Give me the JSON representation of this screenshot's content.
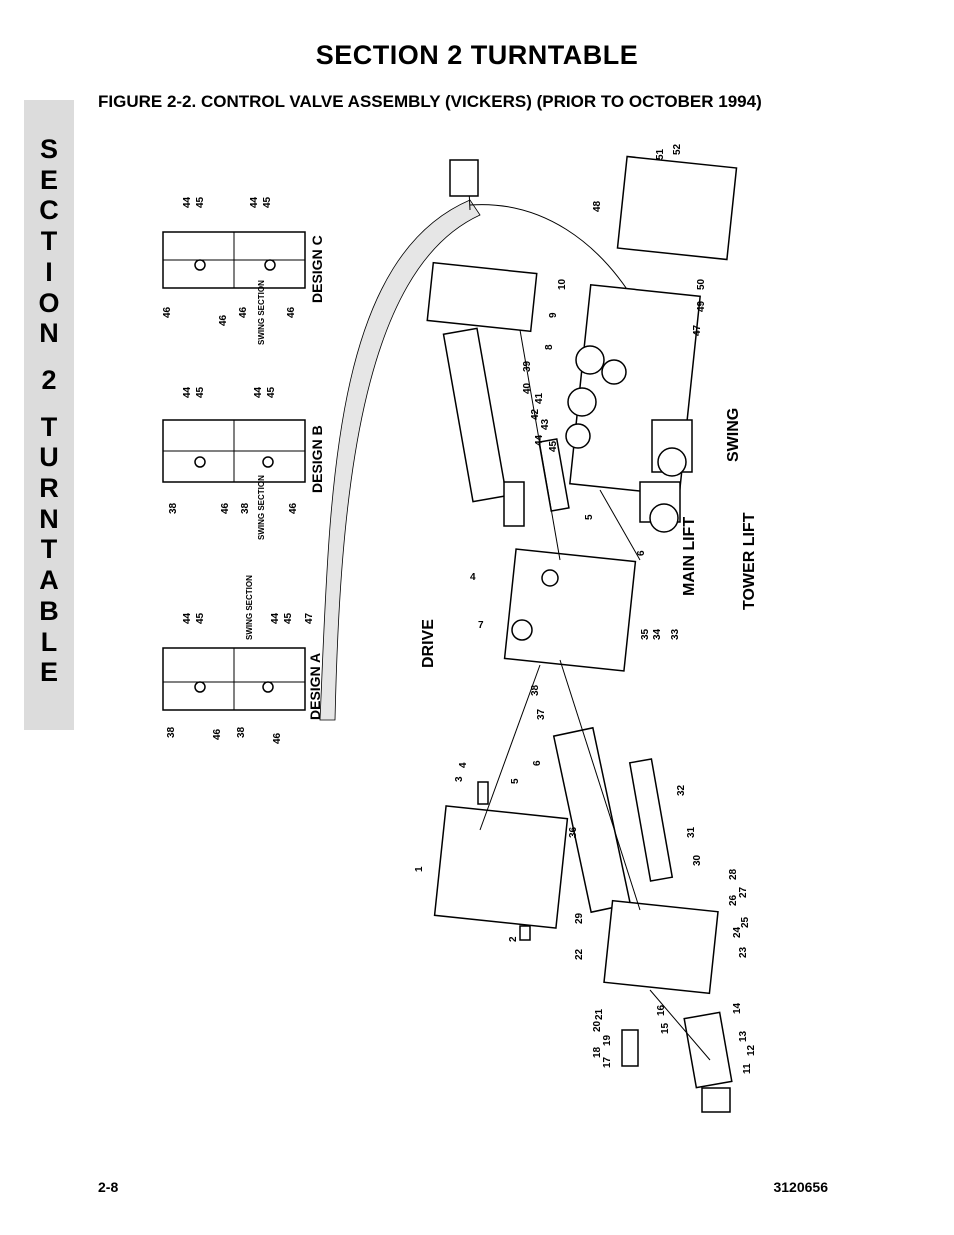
{
  "header": {
    "section_title": "SECTION 2   TURNTABLE",
    "figure_title": "FIGURE 2-2.    CONTROL VALVE ASSEMBLY (VICKERS) (PRIOR TO OCTOBER 1994)"
  },
  "side_tab": {
    "letters_word1": [
      "S",
      "E",
      "C",
      "T",
      "I",
      "O",
      "N"
    ],
    "letters_word2": [
      "2"
    ],
    "letters_word3": [
      "T",
      "U",
      "R",
      "N",
      "T",
      "A",
      "B",
      "L",
      "E"
    ]
  },
  "footer": {
    "page_number": "2-8",
    "doc_number": "3120656"
  },
  "diagram": {
    "design_labels": {
      "a": "DESIGN A",
      "b": "DESIGN B",
      "c": "DESIGN C"
    },
    "swing_section": "SWING SECTION",
    "section_labels": {
      "drive": "DRIVE",
      "main_lift": "MAIN LIFT",
      "tower_lift": "TOWER LIFT",
      "swing": "SWING"
    },
    "callouts_c": [
      "44",
      "45",
      "44",
      "45",
      "46",
      "46",
      "46",
      "46"
    ],
    "callouts_b": [
      "44",
      "45",
      "44",
      "45",
      "38",
      "46",
      "38",
      "46"
    ],
    "callouts_a": [
      "44",
      "45",
      "44",
      "45",
      "47",
      "38",
      "46",
      "38",
      "46"
    ],
    "callouts_main": [
      "51",
      "52",
      "48",
      "10",
      "9",
      "8",
      "49",
      "50",
      "47",
      "39",
      "40",
      "41",
      "42",
      "43",
      "44",
      "45",
      "5",
      "6",
      "4",
      "7",
      "35",
      "34",
      "33",
      "38",
      "37",
      "3",
      "4",
      "5",
      "6",
      "36",
      "32",
      "31",
      "30",
      "1",
      "2",
      "29",
      "28",
      "27",
      "26",
      "25",
      "24",
      "23",
      "22",
      "21",
      "20",
      "19",
      "18",
      "17",
      "16",
      "15",
      "14",
      "13",
      "12",
      "11"
    ]
  }
}
